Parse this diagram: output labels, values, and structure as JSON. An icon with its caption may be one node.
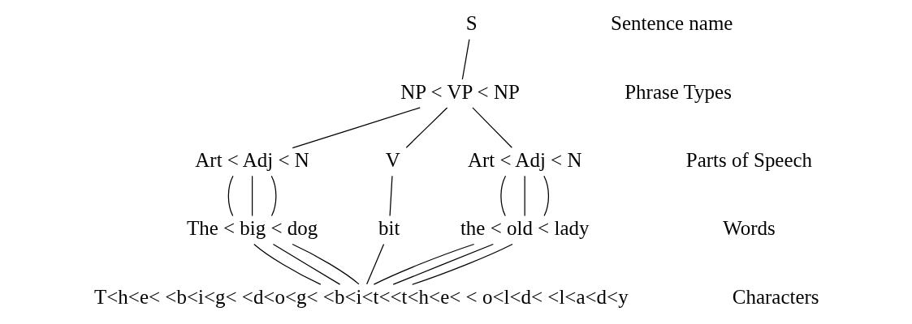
{
  "diagram": {
    "nodes": [
      {
        "text": [
          "S"
        ]
      },
      {
        "text": [
          "NP < VP < NP"
        ]
      },
      {
        "text": [
          "Art < Adj < N"
        ]
      },
      {
        "text": [
          "V"
        ]
      },
      {
        "text": [
          "Art < Adj < N"
        ]
      },
      {
        "text": [
          "The < big < dog"
        ]
      },
      {
        "text": [
          "bit"
        ]
      },
      {
        "text": [
          "the < old < lady"
        ]
      },
      {
        "text": [
          "T<h<e< <b<i<g< <d<o<g< <b<i<t<<t<h<e< < o<l<d< <l<a<d<y"
        ]
      }
    ],
    "edges": [
      {
        "from": 0,
        "to": 1,
        "arrow": "none"
      },
      {
        "from": 1,
        "to": 2,
        "arrow": "none"
      },
      {
        "from": 1,
        "to": 3,
        "arrow": "none"
      },
      {
        "from": 1,
        "to": 4,
        "arrow": "none"
      },
      {
        "from": 2,
        "to": 5,
        "arrow": "none"
      },
      {
        "from": 2,
        "to": 5,
        "arrow": "none"
      },
      {
        "from": 2,
        "to": 5,
        "arrow": "none"
      },
      {
        "from": 3,
        "to": 6,
        "arrow": "none"
      },
      {
        "from": 4,
        "to": 7,
        "arrow": "none"
      },
      {
        "from": 4,
        "to": 7,
        "arrow": "none"
      },
      {
        "from": 4,
        "to": 7,
        "arrow": "none"
      },
      {
        "from": 5,
        "to": 8,
        "arrow": "none"
      },
      {
        "from": 5,
        "to": 8,
        "arrow": "none"
      },
      {
        "from": 5,
        "to": 8,
        "arrow": "none"
      },
      {
        "from": 6,
        "to": 8,
        "arrow": "none"
      },
      {
        "from": 7,
        "to": 8,
        "arrow": "none"
      },
      {
        "from": 7,
        "to": 8,
        "arrow": "none"
      },
      {
        "from": 7,
        "to": 8,
        "arrow": "none"
      }
    ],
    "labels": [
      "Sentence name",
      "Phrase Types",
      "Parts of Speech",
      "Words",
      "Characters"
    ]
  }
}
